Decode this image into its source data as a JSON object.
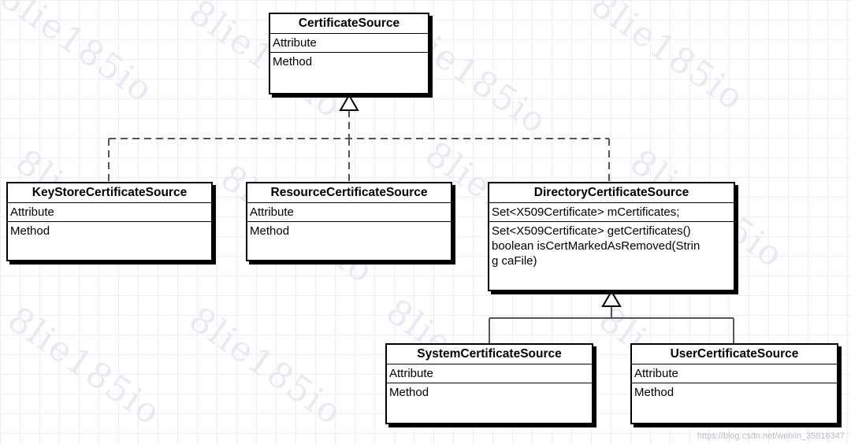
{
  "watermark": "8lie185io",
  "classes": {
    "certificate_source": {
      "name": "CertificateSource",
      "attributes": [
        "Attribute"
      ],
      "methods": [
        "Method"
      ]
    },
    "keystore_source": {
      "name": "KeyStoreCertificateSource",
      "attributes": [
        "Attribute"
      ],
      "methods": [
        "Method"
      ]
    },
    "resource_source": {
      "name": "ResourceCertificateSource",
      "attributes": [
        "Attribute"
      ],
      "methods": [
        "Method"
      ]
    },
    "directory_source": {
      "name": "DirectoryCertificateSource",
      "attributes": [
        "Set<X509Certificate> mCertificates;"
      ],
      "methods": [
        "Set<X509Certificate> getCertificates()",
        "boolean isCertMarkedAsRemoved(Strin",
        "g caFile)"
      ]
    },
    "system_source": {
      "name": "SystemCertificateSource",
      "attributes": [
        "Attribute"
      ],
      "methods": [
        "Method"
      ]
    },
    "user_source": {
      "name": "UserCertificateSource",
      "attributes": [
        "Attribute"
      ],
      "methods": [
        "Method"
      ]
    }
  },
  "credit": "https://blog.csdn.net/weixin_35816347"
}
